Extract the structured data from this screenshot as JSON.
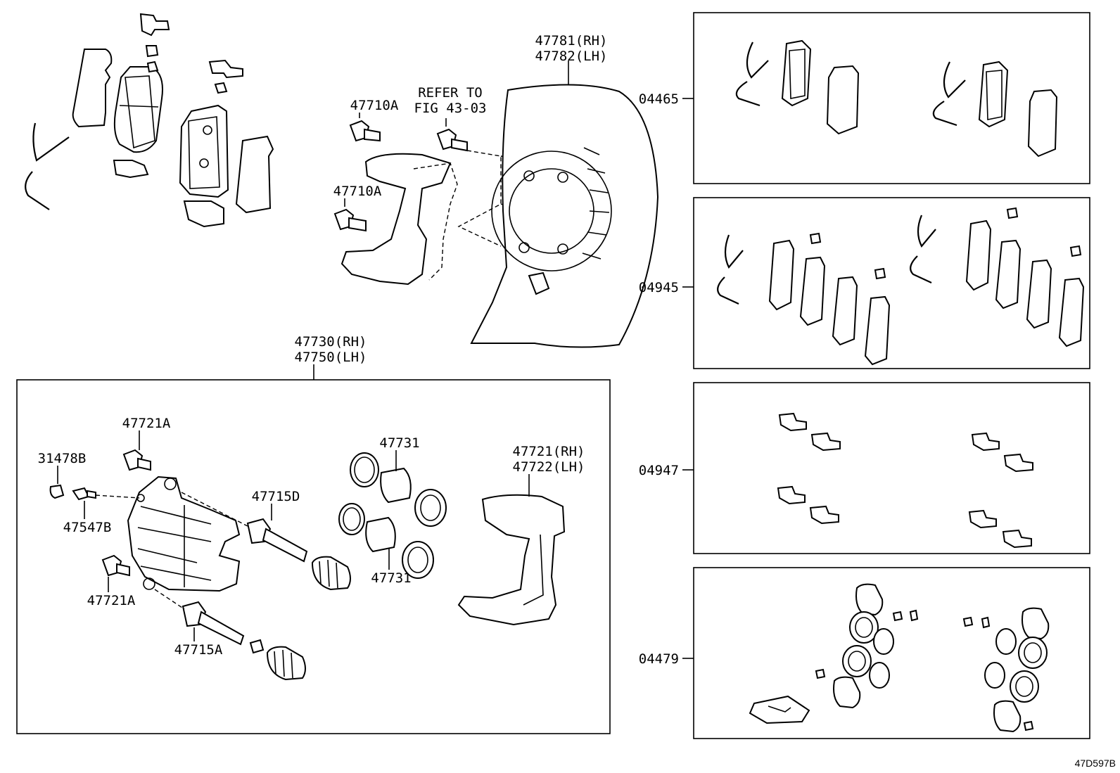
{
  "diagram_code": "47D597B",
  "top": {
    "dust_cover_rh": "47781(RH)",
    "dust_cover_lh": "47782(LH)",
    "refer_line1": "REFER TO",
    "refer_line2": "FIG 43-03",
    "bolt_upper": "47710A",
    "bolt_lower": "47710A"
  },
  "caliper": {
    "assy_rh": "47730(RH)",
    "assy_lh": "47750(LH)",
    "bolt_top": "47721A",
    "cap": "31478B",
    "bleeder": "47547B",
    "bolt_bottom": "47721A",
    "pin_d": "47715D",
    "pin_a": "47715A",
    "piston_top": "47731",
    "piston_bottom": "47731",
    "mount_rh": "47721(RH)",
    "mount_lh": "47722(LH)"
  },
  "kits": [
    {
      "code": "04465"
    },
    {
      "code": "04945"
    },
    {
      "code": "04947"
    },
    {
      "code": "04479"
    }
  ]
}
